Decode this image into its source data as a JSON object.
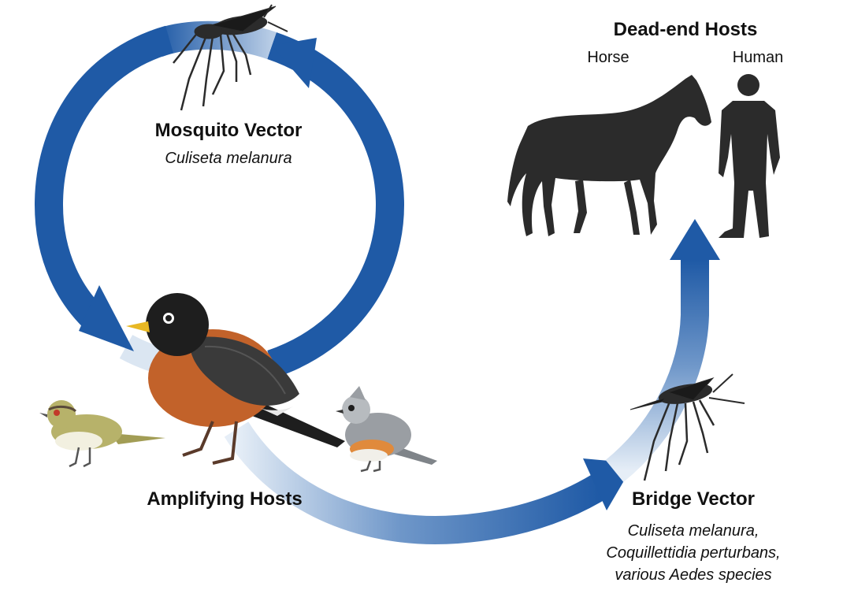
{
  "mosquito_vector": {
    "title": "Mosquito Vector",
    "species": "Culiseta melanura"
  },
  "dead_end_hosts": {
    "title": "Dead-end Hosts",
    "horse_label": "Horse",
    "human_label": "Human"
  },
  "amplifying_hosts": {
    "title": "Amplifying Hosts"
  },
  "bridge_vector": {
    "title": "Bridge Vector",
    "species_line1": "Culiseta melanura,",
    "species_line2": "Coquillettidia perturbans,",
    "species_line3": "various Aedes species"
  },
  "colors": {
    "arrow_blue": "#1f5aa6",
    "arrow_fade": "#dbe6f2",
    "silhouette": "#2b2b2b",
    "robin_breast": "#c2622a",
    "robin_head": "#1e1e1e",
    "beak": "#e8b824",
    "vireo_body": "#b7b26a",
    "titmouse_body": "#9a9ea3",
    "titmouse_flank": "#e08a3c"
  },
  "icons": [
    "mosquito-icon",
    "horse-icon",
    "human-icon",
    "robin-icon",
    "vireo-icon",
    "titmouse-icon"
  ]
}
